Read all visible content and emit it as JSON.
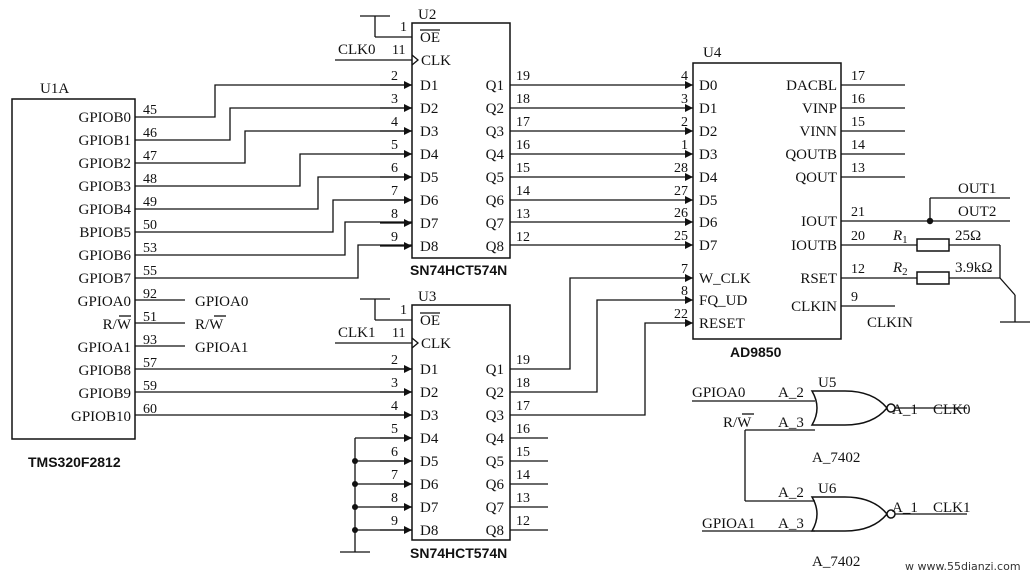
{
  "u1": {
    "ref": "U1A",
    "part": "TMS320F2812",
    "pins": [
      {
        "name": "GPIOB0",
        "num": "45"
      },
      {
        "name": "GPIOB1",
        "num": "46"
      },
      {
        "name": "GPIOB2",
        "num": "47"
      },
      {
        "name": "GPIOB3",
        "num": "48"
      },
      {
        "name": "GPIOB4",
        "num": "49"
      },
      {
        "name": "BPIOB5",
        "num": "50"
      },
      {
        "name": "GPIOB6",
        "num": "53"
      },
      {
        "name": "GPIOB7",
        "num": "55"
      },
      {
        "name": "GPIOA0",
        "num": "92"
      },
      {
        "name": "R/W",
        "num": "51"
      },
      {
        "name": "GPIOA1",
        "num": "93"
      },
      {
        "name": "GPIOB8",
        "num": "57"
      },
      {
        "name": "GPIOB9",
        "num": "59"
      },
      {
        "name": "GPIOB10",
        "num": "60"
      }
    ],
    "net_labels": [
      "GPIOA0",
      "R/W",
      "GPIOA1"
    ]
  },
  "u2": {
    "ref": "U2",
    "part": "SN74HCT574N",
    "clk_net": "CLK0",
    "oe": {
      "name": "OE",
      "num": "1"
    },
    "clk": {
      "name": "CLK",
      "num": "11"
    },
    "d_pins": [
      {
        "name": "D1",
        "num": "2"
      },
      {
        "name": "D2",
        "num": "3"
      },
      {
        "name": "D3",
        "num": "4"
      },
      {
        "name": "D4",
        "num": "5"
      },
      {
        "name": "D5",
        "num": "6"
      },
      {
        "name": "D6",
        "num": "7"
      },
      {
        "name": "D7",
        "num": "8"
      },
      {
        "name": "D8",
        "num": "9"
      }
    ],
    "q_pins": [
      {
        "name": "Q1",
        "num": "19"
      },
      {
        "name": "Q2",
        "num": "18"
      },
      {
        "name": "Q3",
        "num": "17"
      },
      {
        "name": "Q4",
        "num": "16"
      },
      {
        "name": "Q5",
        "num": "15"
      },
      {
        "name": "Q6",
        "num": "14"
      },
      {
        "name": "Q7",
        "num": "13"
      },
      {
        "name": "Q8",
        "num": "12"
      }
    ]
  },
  "u3": {
    "ref": "U3",
    "part": "SN74HCT574N",
    "clk_net": "CLK1",
    "oe": {
      "name": "OE",
      "num": "1"
    },
    "clk": {
      "name": "CLK",
      "num": "11"
    },
    "d_pins": [
      {
        "name": "D1",
        "num": "2"
      },
      {
        "name": "D2",
        "num": "3"
      },
      {
        "name": "D3",
        "num": "4"
      },
      {
        "name": "D4",
        "num": "5"
      },
      {
        "name": "D5",
        "num": "6"
      },
      {
        "name": "D6",
        "num": "7"
      },
      {
        "name": "D7",
        "num": "8"
      },
      {
        "name": "D8",
        "num": "9"
      }
    ],
    "q_pins": [
      {
        "name": "Q1",
        "num": "19"
      },
      {
        "name": "Q2",
        "num": "18"
      },
      {
        "name": "Q3",
        "num": "17"
      },
      {
        "name": "Q4",
        "num": "16"
      },
      {
        "name": "Q5",
        "num": "15"
      },
      {
        "name": "Q6",
        "num": "14"
      },
      {
        "name": "Q7",
        "num": "13"
      },
      {
        "name": "Q8",
        "num": "12"
      }
    ]
  },
  "u4": {
    "ref": "U4",
    "part": "AD9850",
    "left_pins": [
      {
        "name": "D0",
        "num": "4"
      },
      {
        "name": "D1",
        "num": "3"
      },
      {
        "name": "D2",
        "num": "2"
      },
      {
        "name": "D3",
        "num": "1"
      },
      {
        "name": "D4",
        "num": "28"
      },
      {
        "name": "D5",
        "num": "27"
      },
      {
        "name": "D6",
        "num": "26"
      },
      {
        "name": "D7",
        "num": "25"
      },
      {
        "name": "W_CLK",
        "num": "7"
      },
      {
        "name": "FQ_UD",
        "num": "8"
      },
      {
        "name": "RESET",
        "num": "22"
      }
    ],
    "right_pins": [
      {
        "name": "DACBL",
        "num": "17"
      },
      {
        "name": "VINP",
        "num": "16"
      },
      {
        "name": "VINN",
        "num": "15"
      },
      {
        "name": "QOUTB",
        "num": "14"
      },
      {
        "name": "QOUT",
        "num": "13"
      },
      {
        "name": "IOUT",
        "num": "21"
      },
      {
        "name": "IOUTB",
        "num": "20"
      },
      {
        "name": "RSET",
        "num": "12"
      },
      {
        "name": "CLKIN",
        "num": "9"
      }
    ],
    "out_labels": [
      "OUT1",
      "OUT2"
    ],
    "clkin_label": "CLKIN",
    "r1": {
      "name": "R",
      "sub": "1",
      "value": "25Ω"
    },
    "r2": {
      "name": "R",
      "sub": "2",
      "value": "3.9kΩ"
    }
  },
  "u5": {
    "ref": "U5",
    "part": "A_7402",
    "in1": {
      "net": "GPIOA0",
      "pin": "A_2"
    },
    "in2": {
      "net": "R/W",
      "pin": "A_3"
    },
    "out": {
      "pin": "A_1",
      "net": "CLK0"
    }
  },
  "u6": {
    "ref": "U6",
    "part": "A_7402",
    "in1": {
      "net": "",
      "pin": "A_2"
    },
    "in2": {
      "net": "GPIOA1",
      "pin": "A_3"
    },
    "out": {
      "pin": "A_1",
      "net": "CLK1"
    }
  },
  "watermark": "w www.55dianzi.com"
}
